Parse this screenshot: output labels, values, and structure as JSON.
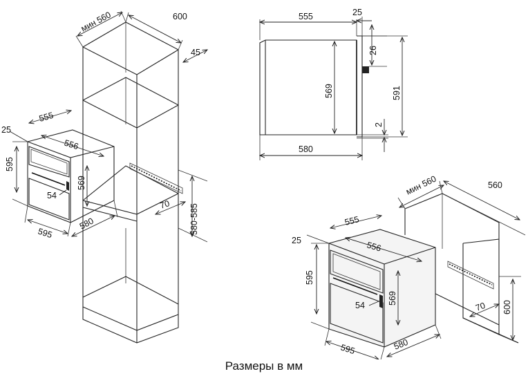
{
  "caption": "Размеры в мм",
  "left_view": {
    "cabinet": {
      "min_width": "мин 560",
      "depth": "600",
      "back_gap": "45"
    },
    "oven": {
      "top_width": "555",
      "side_offset": "25",
      "inner_width": "556",
      "height": "595",
      "inner_height": "569",
      "handle": "54",
      "front_width": "595",
      "depth": "580"
    },
    "niche": {
      "vent": "70",
      "height": "580-585"
    }
  },
  "side_view": {
    "top_depth": "555",
    "front_overhang": "25",
    "panel_gap": "26",
    "body_height": "569",
    "front_height": "591",
    "bottom_gap": "2",
    "total_depth": "580"
  },
  "right_view": {
    "cabinet": {
      "min_width": "мин 560",
      "depth": "560"
    },
    "oven": {
      "top_width": "555",
      "side_offset": "25",
      "inner_width": "556",
      "height": "595",
      "inner_height": "569",
      "handle": "54",
      "front_width": "595",
      "depth": "580"
    },
    "niche": {
      "vent": "70",
      "height": "600"
    }
  }
}
